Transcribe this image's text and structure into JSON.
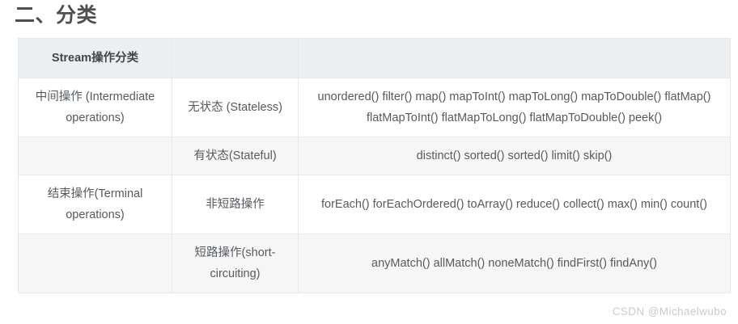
{
  "page": {
    "title": "二、分类"
  },
  "table": {
    "header": {
      "col1": "Stream操作分类",
      "col2": "",
      "col3": ""
    },
    "rows": [
      {
        "category": "中间操作\n(Intermediate operations)",
        "subtype": "无状态\n(Stateless)",
        "operations": "unordered() filter() map() mapToInt() mapToLong() mapToDouble() flatMap() flatMapToInt() flatMapToLong() flatMapToDouble() peek()",
        "stripe": false
      },
      {
        "category": "",
        "subtype": "有状态(Stateful)",
        "operations": "distinct() sorted() sorted() limit() skip()",
        "stripe": true
      },
      {
        "category": "结束操作(Terminal operations)",
        "subtype": "非短路操作",
        "operations": "forEach() forEachOrdered() toArray() reduce() collect() max() min() count()",
        "stripe": false
      },
      {
        "category": "",
        "subtype": "短路操作(short-circuiting)",
        "operations": "anyMatch() allMatch() noneMatch() findFirst() findAny()",
        "stripe": true
      }
    ]
  },
  "watermark": {
    "text": "CSDN @Michaelwubo"
  },
  "colors": {
    "header_bg": "#eceff1",
    "stripe_bg": "#f6f6f7",
    "border": "#e6e8ea",
    "title_text": "#4f4f4f",
    "body_text": "#555a5f",
    "watermark_text": "#c9cbcd"
  }
}
